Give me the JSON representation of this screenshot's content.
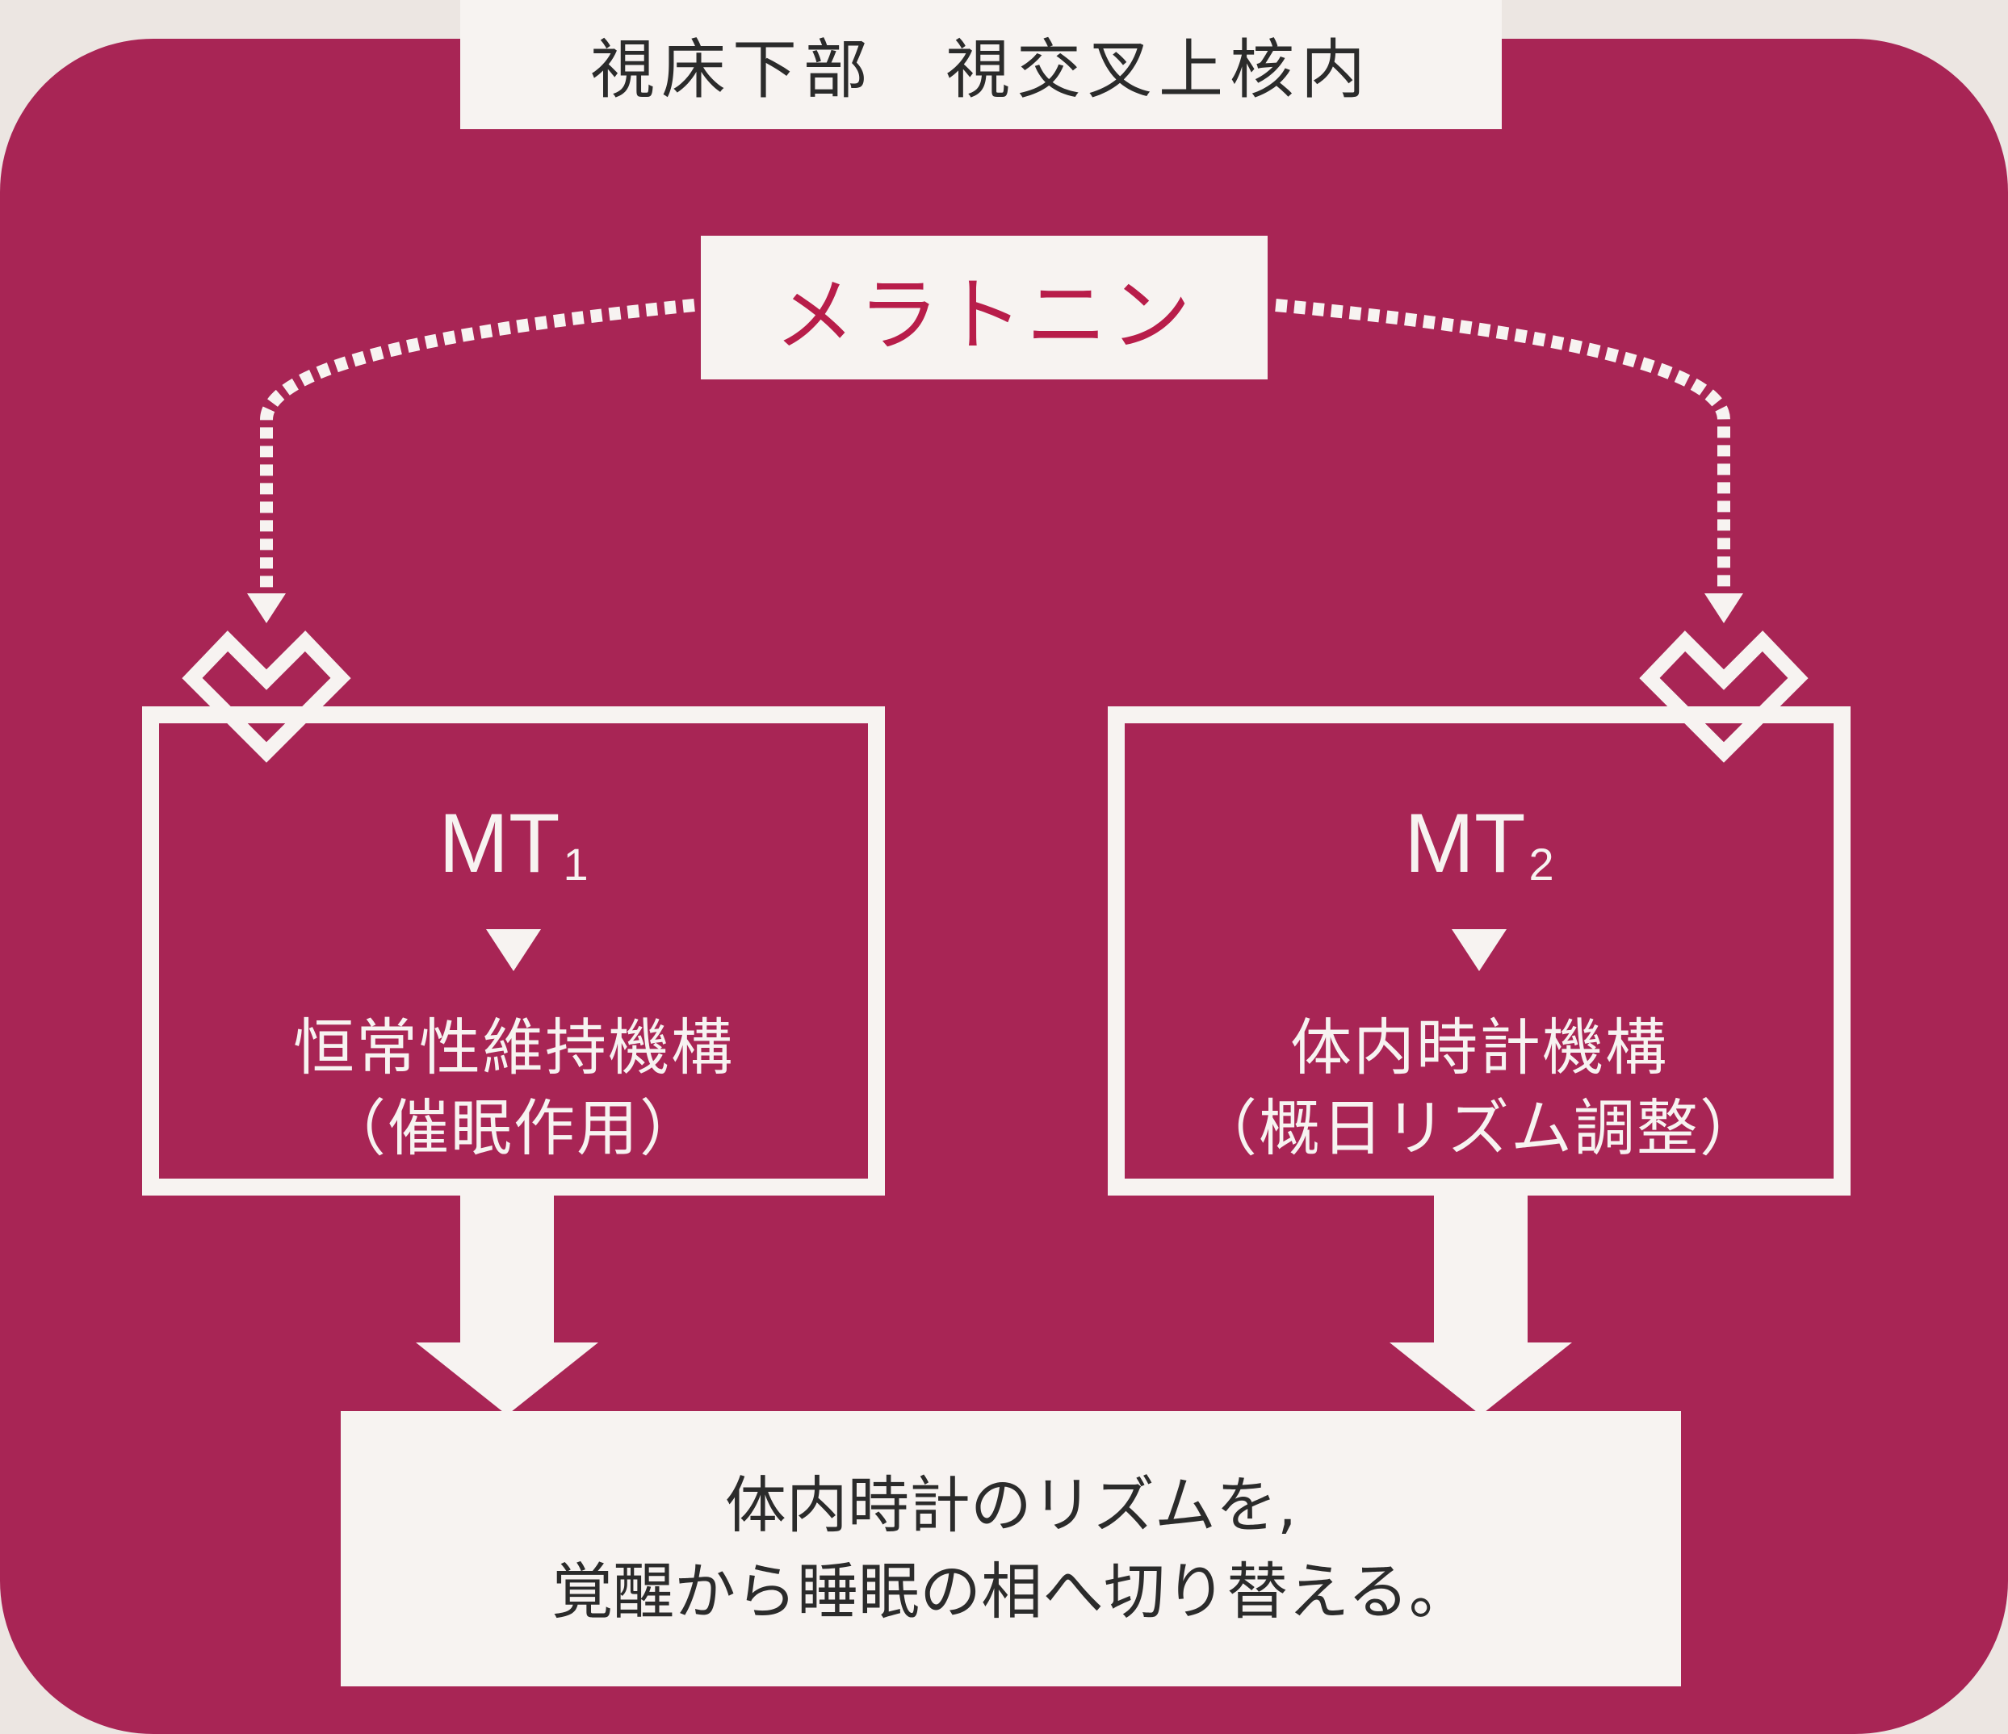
{
  "top": {
    "title": "視床下部　視交叉上核内"
  },
  "hormone": {
    "name": "メラトニン"
  },
  "receptors": [
    {
      "name": "MT",
      "subscript": "1",
      "mechanism": "恒常性維持機構",
      "effect": "（催眠作用）"
    },
    {
      "name": "MT",
      "subscript": "2",
      "mechanism": "体内時計機構",
      "effect": "（概日リズム調整）"
    }
  ],
  "result": {
    "line1": "体内時計のリズムを,",
    "line2": "覚醒から睡眠の相へ切り替える。"
  },
  "colors": {
    "panel": "#a82555",
    "box": "#f7f3f1",
    "accent_text": "#b81d4a",
    "background": "#ece6e2"
  }
}
